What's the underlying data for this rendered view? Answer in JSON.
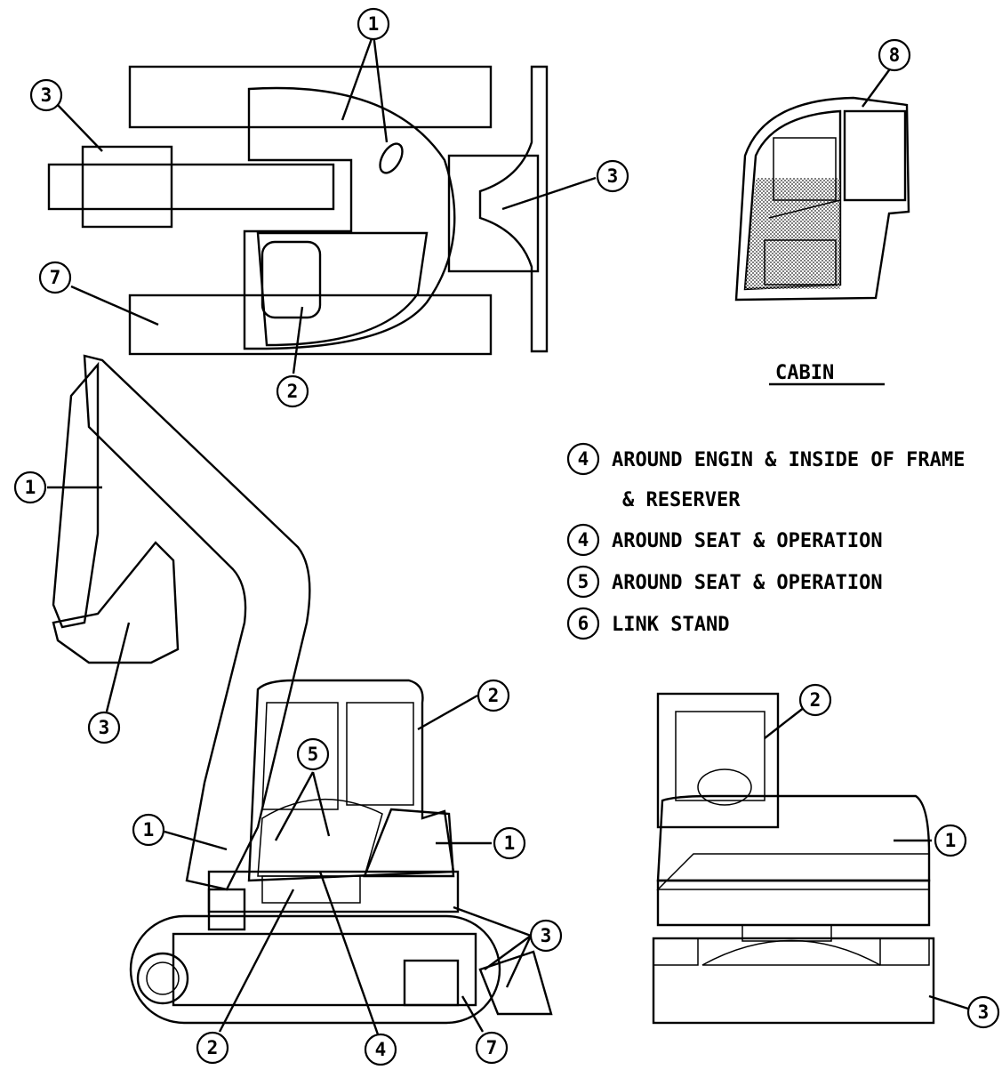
{
  "cabin_title": "CABIN",
  "legend": [
    {
      "num": "4",
      "text": "AROUND ENGIN & INSIDE OF FRAME"
    },
    {
      "num": "",
      "text": "& RESERVER"
    },
    {
      "num": "4",
      "text": "AROUND SEAT & OPERATION"
    },
    {
      "num": "5",
      "text": "AROUND SEAT & OPERATION"
    },
    {
      "num": "6",
      "text": "LINK STAND"
    }
  ],
  "callouts": {
    "top": {
      "a": "1",
      "b": "3",
      "c": "3",
      "d": "7",
      "e": "2"
    },
    "cabin": {
      "a": "8"
    },
    "side": {
      "a": "1",
      "b": "3",
      "c": "2",
      "d": "5",
      "e": "1",
      "f": "1",
      "g": "3",
      "h": "2",
      "i": "4",
      "j": "7"
    },
    "rear": {
      "a": "2",
      "b": "1",
      "c": "3"
    }
  },
  "colors": {
    "ink": "#000000",
    "paper": "#ffffff"
  }
}
